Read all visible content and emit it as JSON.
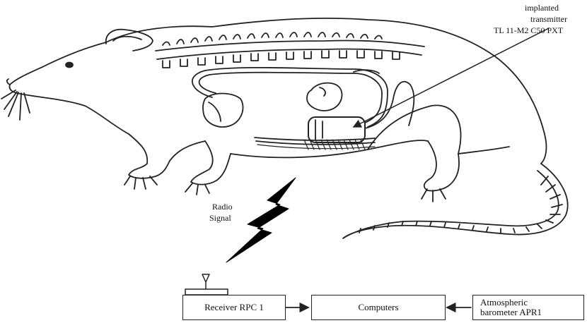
{
  "transmitter_label": {
    "line1": "implanted",
    "line2": "transmitter",
    "line3": "TL 11-M2 C50 PXT"
  },
  "radio_label": {
    "line1": "Radio",
    "line2": "Signal"
  },
  "boxes": {
    "receiver": "Receiver RPC 1",
    "computers": "Computers",
    "barometer_line1": "Atmospheric",
    "barometer_line2": "barometer APR1"
  },
  "line_color": "#222222"
}
